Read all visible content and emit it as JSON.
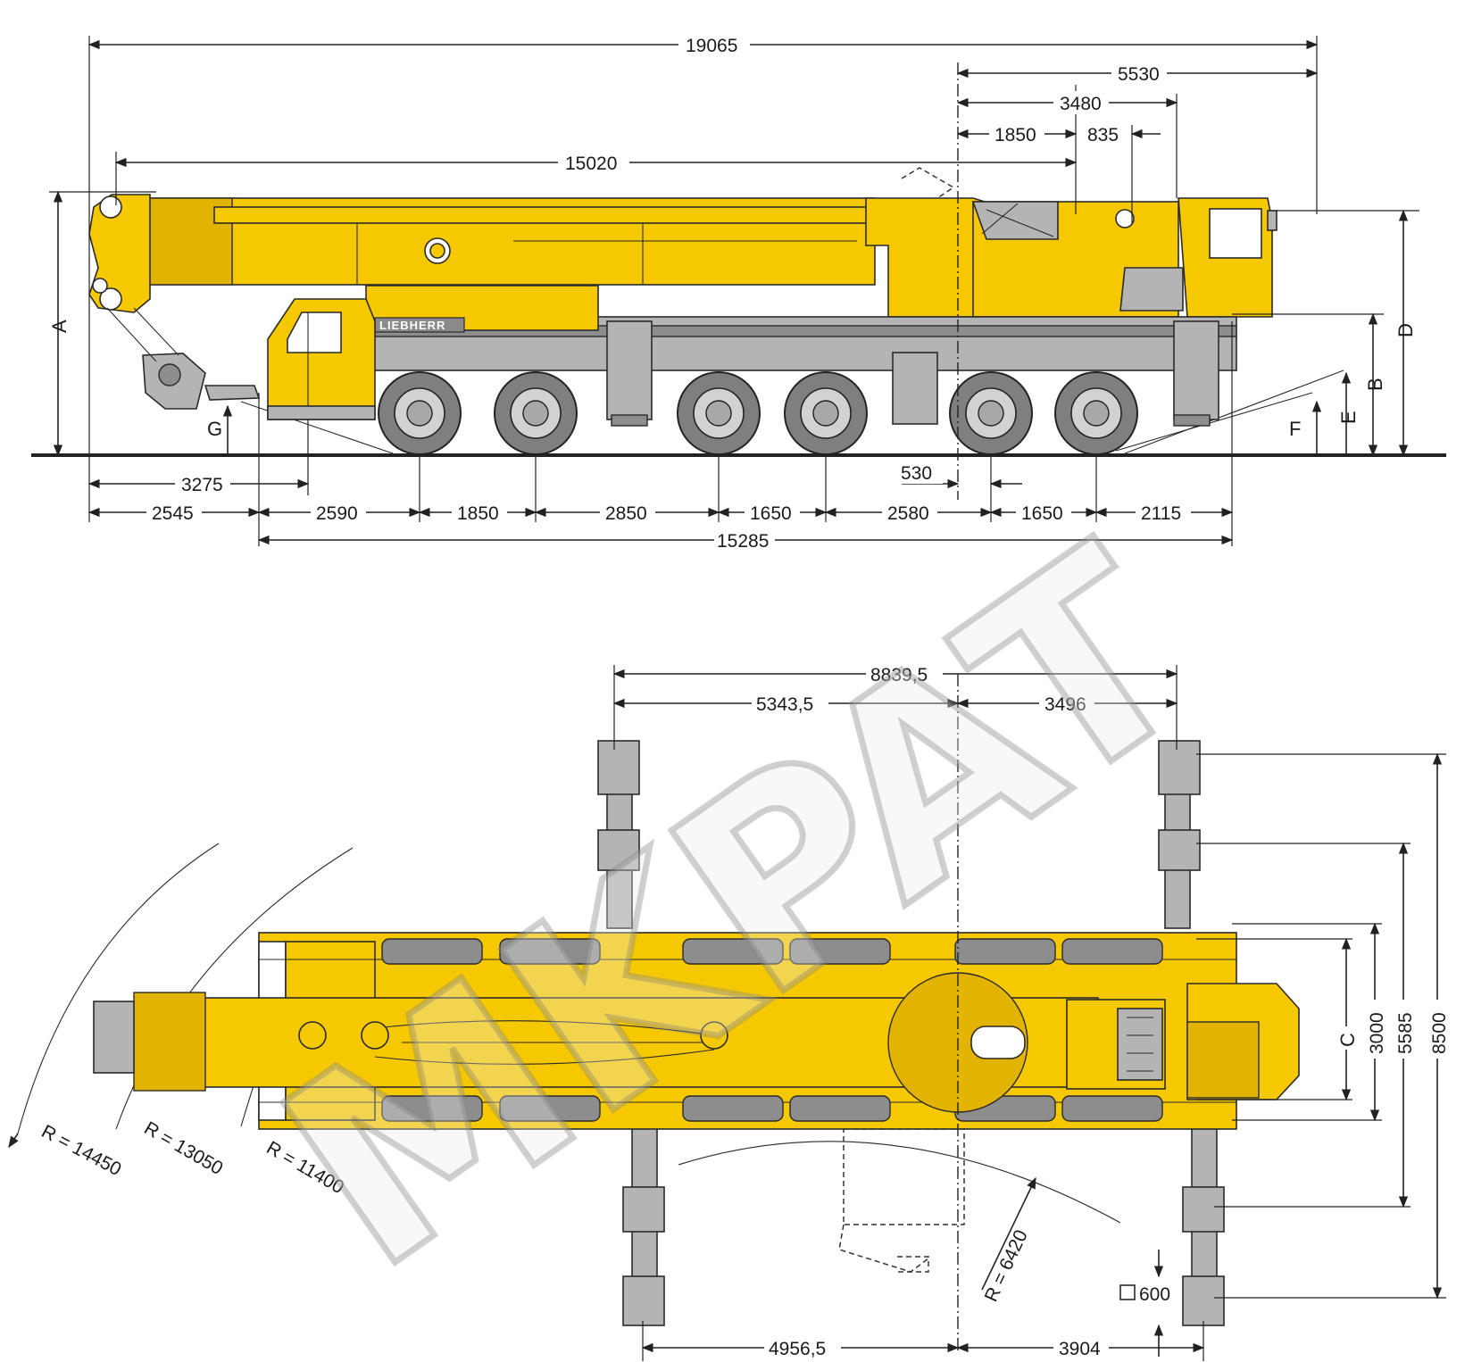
{
  "watermark": {
    "text": "MKPAT"
  },
  "side_view": {
    "brand": "LIEBHERR",
    "dims": {
      "overall_length": "19065",
      "front_5530": "5530",
      "front_3480": "3480",
      "front_1850": "1850",
      "front_835": "835",
      "boom_15020": "15020",
      "front_overhang_3275": "3275",
      "axle_2545": "2545",
      "axle_2590": "2590",
      "axle_1850": "1850",
      "axle_2850": "2850",
      "axle_1650a": "1650",
      "axle_2580": "2580",
      "axle_1650b": "1650",
      "axle_2115": "2115",
      "offset_530": "530",
      "total_15285": "15285"
    },
    "letters": {
      "A": "A",
      "B": "B",
      "D": "D",
      "E": "E",
      "F": "F",
      "G": "G"
    }
  },
  "top_view": {
    "dims": {
      "outrigger_8839": "8839,5",
      "outrigger_5343": "5343,5",
      "outrigger_3496": "3496",
      "bottom_4956": "4956,5",
      "bottom_3904": "3904",
      "width_3000": "3000",
      "width_5585": "5585",
      "width_8500": "8500",
      "pad_600": "600"
    },
    "letters": {
      "C": "C"
    },
    "radii": {
      "r14450": "R = 14450",
      "r13050": "R = 13050",
      "r11400": "R = 11400",
      "r6420": "R = 6420"
    }
  },
  "colors": {
    "crane_yellow": "#f6c800",
    "chassis_grey": "#b4b4b4",
    "line": "#222222"
  }
}
